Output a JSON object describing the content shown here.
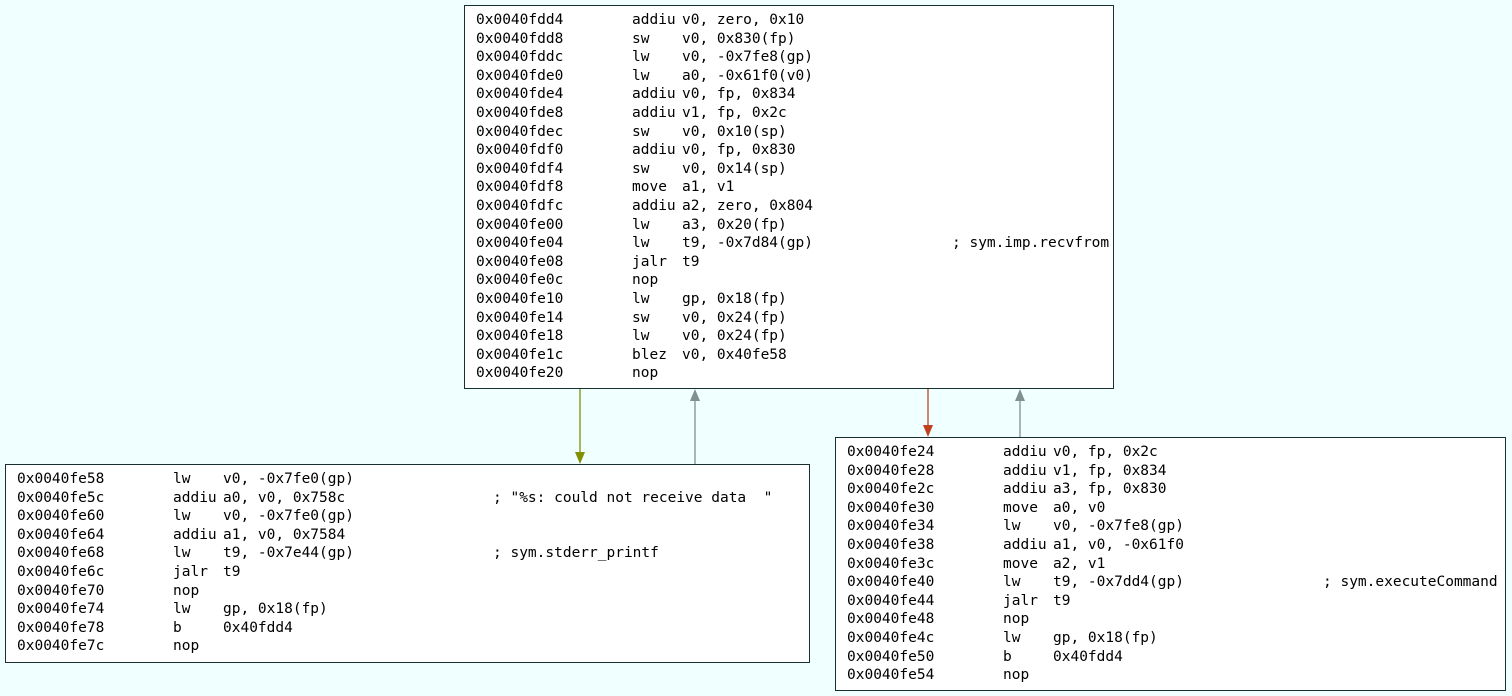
{
  "colors": {
    "background": "#f0ffff",
    "block_border": "#183030",
    "edge_true": "#809000",
    "edge_false": "#c04020",
    "edge_back": "#809090"
  },
  "blocks": [
    {
      "id": "block-0040fdd4",
      "lines": [
        {
          "addr": "0x0040fdd4",
          "mnemonic": "addiu",
          "operands": "v0, zero, 0x10",
          "comment": ""
        },
        {
          "addr": "0x0040fdd8",
          "mnemonic": "sw",
          "operands": "v0, 0x830(fp)",
          "comment": ""
        },
        {
          "addr": "0x0040fddc",
          "mnemonic": "lw",
          "operands": "v0, -0x7fe8(gp)",
          "comment": ""
        },
        {
          "addr": "0x0040fde0",
          "mnemonic": "lw",
          "operands": "a0, -0x61f0(v0)",
          "comment": ""
        },
        {
          "addr": "0x0040fde4",
          "mnemonic": "addiu",
          "operands": "v0, fp, 0x834",
          "comment": ""
        },
        {
          "addr": "0x0040fde8",
          "mnemonic": "addiu",
          "operands": "v1, fp, 0x2c",
          "comment": ""
        },
        {
          "addr": "0x0040fdec",
          "mnemonic": "sw",
          "operands": "v0, 0x10(sp)",
          "comment": ""
        },
        {
          "addr": "0x0040fdf0",
          "mnemonic": "addiu",
          "operands": "v0, fp, 0x830",
          "comment": ""
        },
        {
          "addr": "0x0040fdf4",
          "mnemonic": "sw",
          "operands": "v0, 0x14(sp)",
          "comment": ""
        },
        {
          "addr": "0x0040fdf8",
          "mnemonic": "move",
          "operands": "a1, v1",
          "comment": ""
        },
        {
          "addr": "0x0040fdfc",
          "mnemonic": "addiu",
          "operands": "a2, zero, 0x804",
          "comment": ""
        },
        {
          "addr": "0x0040fe00",
          "mnemonic": "lw",
          "operands": "a3, 0x20(fp)",
          "comment": ""
        },
        {
          "addr": "0x0040fe04",
          "mnemonic": "lw",
          "operands": "t9, -0x7d84(gp)",
          "comment": "; sym.imp.recvfrom"
        },
        {
          "addr": "0x0040fe08",
          "mnemonic": "jalr",
          "operands": "t9",
          "comment": ""
        },
        {
          "addr": "0x0040fe0c",
          "mnemonic": "nop",
          "operands": "",
          "comment": ""
        },
        {
          "addr": "0x0040fe10",
          "mnemonic": "lw",
          "operands": "gp, 0x18(fp)",
          "comment": ""
        },
        {
          "addr": "0x0040fe14",
          "mnemonic": "sw",
          "operands": "v0, 0x24(fp)",
          "comment": ""
        },
        {
          "addr": "0x0040fe18",
          "mnemonic": "lw",
          "operands": "v0, 0x24(fp)",
          "comment": ""
        },
        {
          "addr": "0x0040fe1c",
          "mnemonic": "blez",
          "operands": "v0, 0x40fe58",
          "comment": ""
        },
        {
          "addr": "0x0040fe20",
          "mnemonic": "nop",
          "operands": "",
          "comment": ""
        }
      ]
    },
    {
      "id": "block-0040fe58",
      "lines": [
        {
          "addr": "0x0040fe58",
          "mnemonic": "lw",
          "operands": "v0, -0x7fe0(gp)",
          "comment": ""
        },
        {
          "addr": "0x0040fe5c",
          "mnemonic": "addiu",
          "operands": "a0, v0, 0x758c",
          "comment": "; \"%s: could not receive data  \""
        },
        {
          "addr": "0x0040fe60",
          "mnemonic": "lw",
          "operands": "v0, -0x7fe0(gp)",
          "comment": ""
        },
        {
          "addr": "0x0040fe64",
          "mnemonic": "addiu",
          "operands": "a1, v0, 0x7584",
          "comment": ""
        },
        {
          "addr": "0x0040fe68",
          "mnemonic": "lw",
          "operands": "t9, -0x7e44(gp)",
          "comment": "; sym.stderr_printf"
        },
        {
          "addr": "0x0040fe6c",
          "mnemonic": "jalr",
          "operands": "t9",
          "comment": ""
        },
        {
          "addr": "0x0040fe70",
          "mnemonic": "nop",
          "operands": "",
          "comment": ""
        },
        {
          "addr": "0x0040fe74",
          "mnemonic": "lw",
          "operands": "gp, 0x18(fp)",
          "comment": ""
        },
        {
          "addr": "0x0040fe78",
          "mnemonic": "b",
          "operands": "0x40fdd4",
          "comment": ""
        },
        {
          "addr": "0x0040fe7c",
          "mnemonic": "nop",
          "operands": "",
          "comment": ""
        }
      ]
    },
    {
      "id": "block-0040fe24",
      "lines": [
        {
          "addr": "0x0040fe24",
          "mnemonic": "addiu",
          "operands": "v0, fp, 0x2c",
          "comment": ""
        },
        {
          "addr": "0x0040fe28",
          "mnemonic": "addiu",
          "operands": "v1, fp, 0x834",
          "comment": ""
        },
        {
          "addr": "0x0040fe2c",
          "mnemonic": "addiu",
          "operands": "a3, fp, 0x830",
          "comment": ""
        },
        {
          "addr": "0x0040fe30",
          "mnemonic": "move",
          "operands": "a0, v0",
          "comment": ""
        },
        {
          "addr": "0x0040fe34",
          "mnemonic": "lw",
          "operands": "v0, -0x7fe8(gp)",
          "comment": ""
        },
        {
          "addr": "0x0040fe38",
          "mnemonic": "addiu",
          "operands": "a1, v0, -0x61f0",
          "comment": ""
        },
        {
          "addr": "0x0040fe3c",
          "mnemonic": "move",
          "operands": "a2, v1",
          "comment": ""
        },
        {
          "addr": "0x0040fe40",
          "mnemonic": "lw",
          "operands": "t9, -0x7dd4(gp)",
          "comment": "; sym.executeCommand"
        },
        {
          "addr": "0x0040fe44",
          "mnemonic": "jalr",
          "operands": "t9",
          "comment": ""
        },
        {
          "addr": "0x0040fe48",
          "mnemonic": "nop",
          "operands": "",
          "comment": ""
        },
        {
          "addr": "0x0040fe4c",
          "mnemonic": "lw",
          "operands": "gp, 0x18(fp)",
          "comment": ""
        },
        {
          "addr": "0x0040fe50",
          "mnemonic": "b",
          "operands": "0x40fdd4",
          "comment": ""
        },
        {
          "addr": "0x0040fe54",
          "mnemonic": "nop",
          "operands": "",
          "comment": ""
        }
      ]
    }
  ],
  "edges": [
    {
      "from": "block-0040fdd4",
      "to": "block-0040fe58",
      "kind": "true"
    },
    {
      "from": "block-0040fdd4",
      "to": "block-0040fe24",
      "kind": "false"
    },
    {
      "from": "block-0040fe58",
      "to": "block-0040fdd4",
      "kind": "back"
    },
    {
      "from": "block-0040fe24",
      "to": "block-0040fdd4",
      "kind": "back"
    }
  ]
}
